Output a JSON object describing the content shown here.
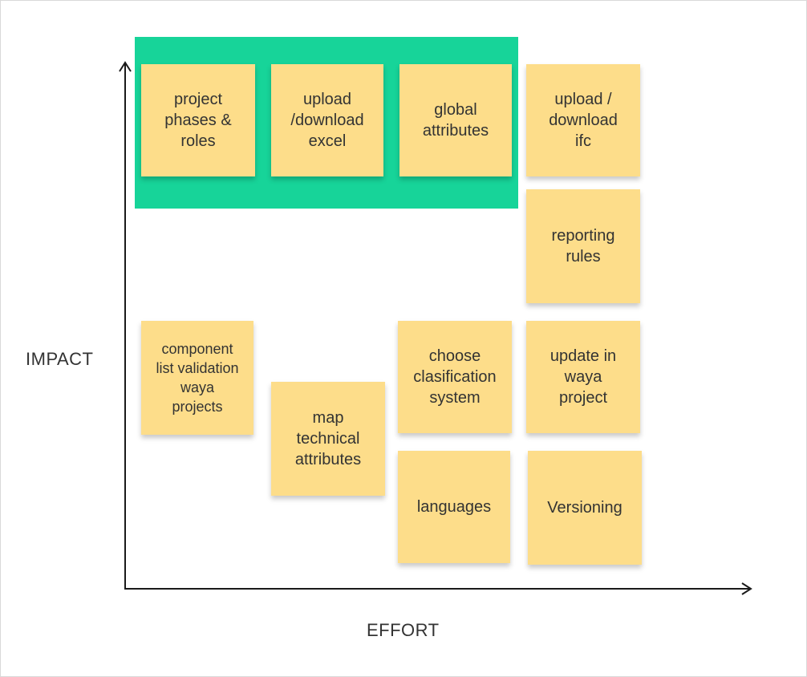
{
  "axes": {
    "y_label": "IMPACT",
    "x_label": "EFFORT"
  },
  "highlight": {
    "color": "#17d499"
  },
  "notes": {
    "n1": "project\nphases &\nroles",
    "n2": "upload\n/download\nexcel",
    "n3": "global\nattributes",
    "n4": "upload /\ndownload\nifc",
    "n5": "reporting\nrules",
    "n6": "component\nlist validation\nwaya\nprojects",
    "n7": "map\ntechnical\nattributes",
    "n8": "choose\nclasification\nsystem",
    "n9": "update in\nwaya\nproject",
    "n10": "languages",
    "n11": "Versioning"
  },
  "colors": {
    "note": "#fddd8a",
    "axis": "#1a1a1a",
    "text": "#333333"
  }
}
